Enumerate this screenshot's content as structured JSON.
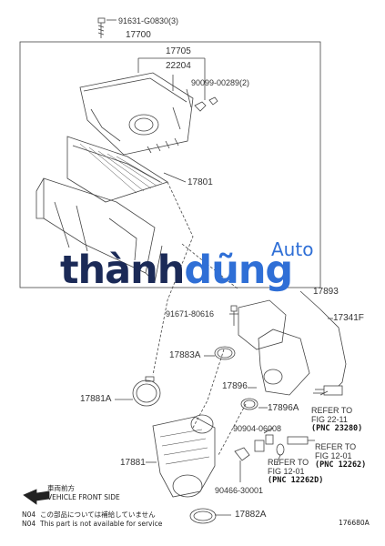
{
  "parts": {
    "bolt": "91631-G0830(3)",
    "box_frame": "17700",
    "cap_assy": "17705",
    "cap": "22204",
    "clip": "90099-00289(2)",
    "filter": "17801",
    "hose_clamp_bolt": "91671-80616",
    "connector": "17893",
    "hose": "17341F",
    "clamp_b": "17883A",
    "clamp_c": "17881A",
    "resonator": "17896",
    "clamp_d": "17896A",
    "gasket": "90904-06008",
    "clip_b": "90466-30001",
    "duct": "17881",
    "clamp_e": "17882A"
  },
  "refs": [
    {
      "line1": "REFER TO",
      "line2": "FIG 22-11",
      "code": "(PNC 23280)"
    },
    {
      "line1": "REFER TO",
      "line2": "FIG 12-01",
      "code": "(PNC 12262)"
    },
    {
      "line1": "REFER TO",
      "line2": "FIG 12-01",
      "code": "(PNC 12262D)"
    }
  ],
  "legend": {
    "direction_jp": "車両前方",
    "direction_en": "VEHICLE FRONT SIDE",
    "n04_code_1": "N04",
    "n04_jp": "この部品については補給していません",
    "n04_code_2": "N04",
    "n04_en": "This part is not available for service"
  },
  "figure_id": "176680A",
  "watermark": {
    "main_a": "thành",
    "main_b": "dũng",
    "sub": "Auto"
  },
  "colors": {
    "watermark_dark": "#1b2a57",
    "watermark_blue": "#2f6fd6",
    "line": "#444444"
  }
}
